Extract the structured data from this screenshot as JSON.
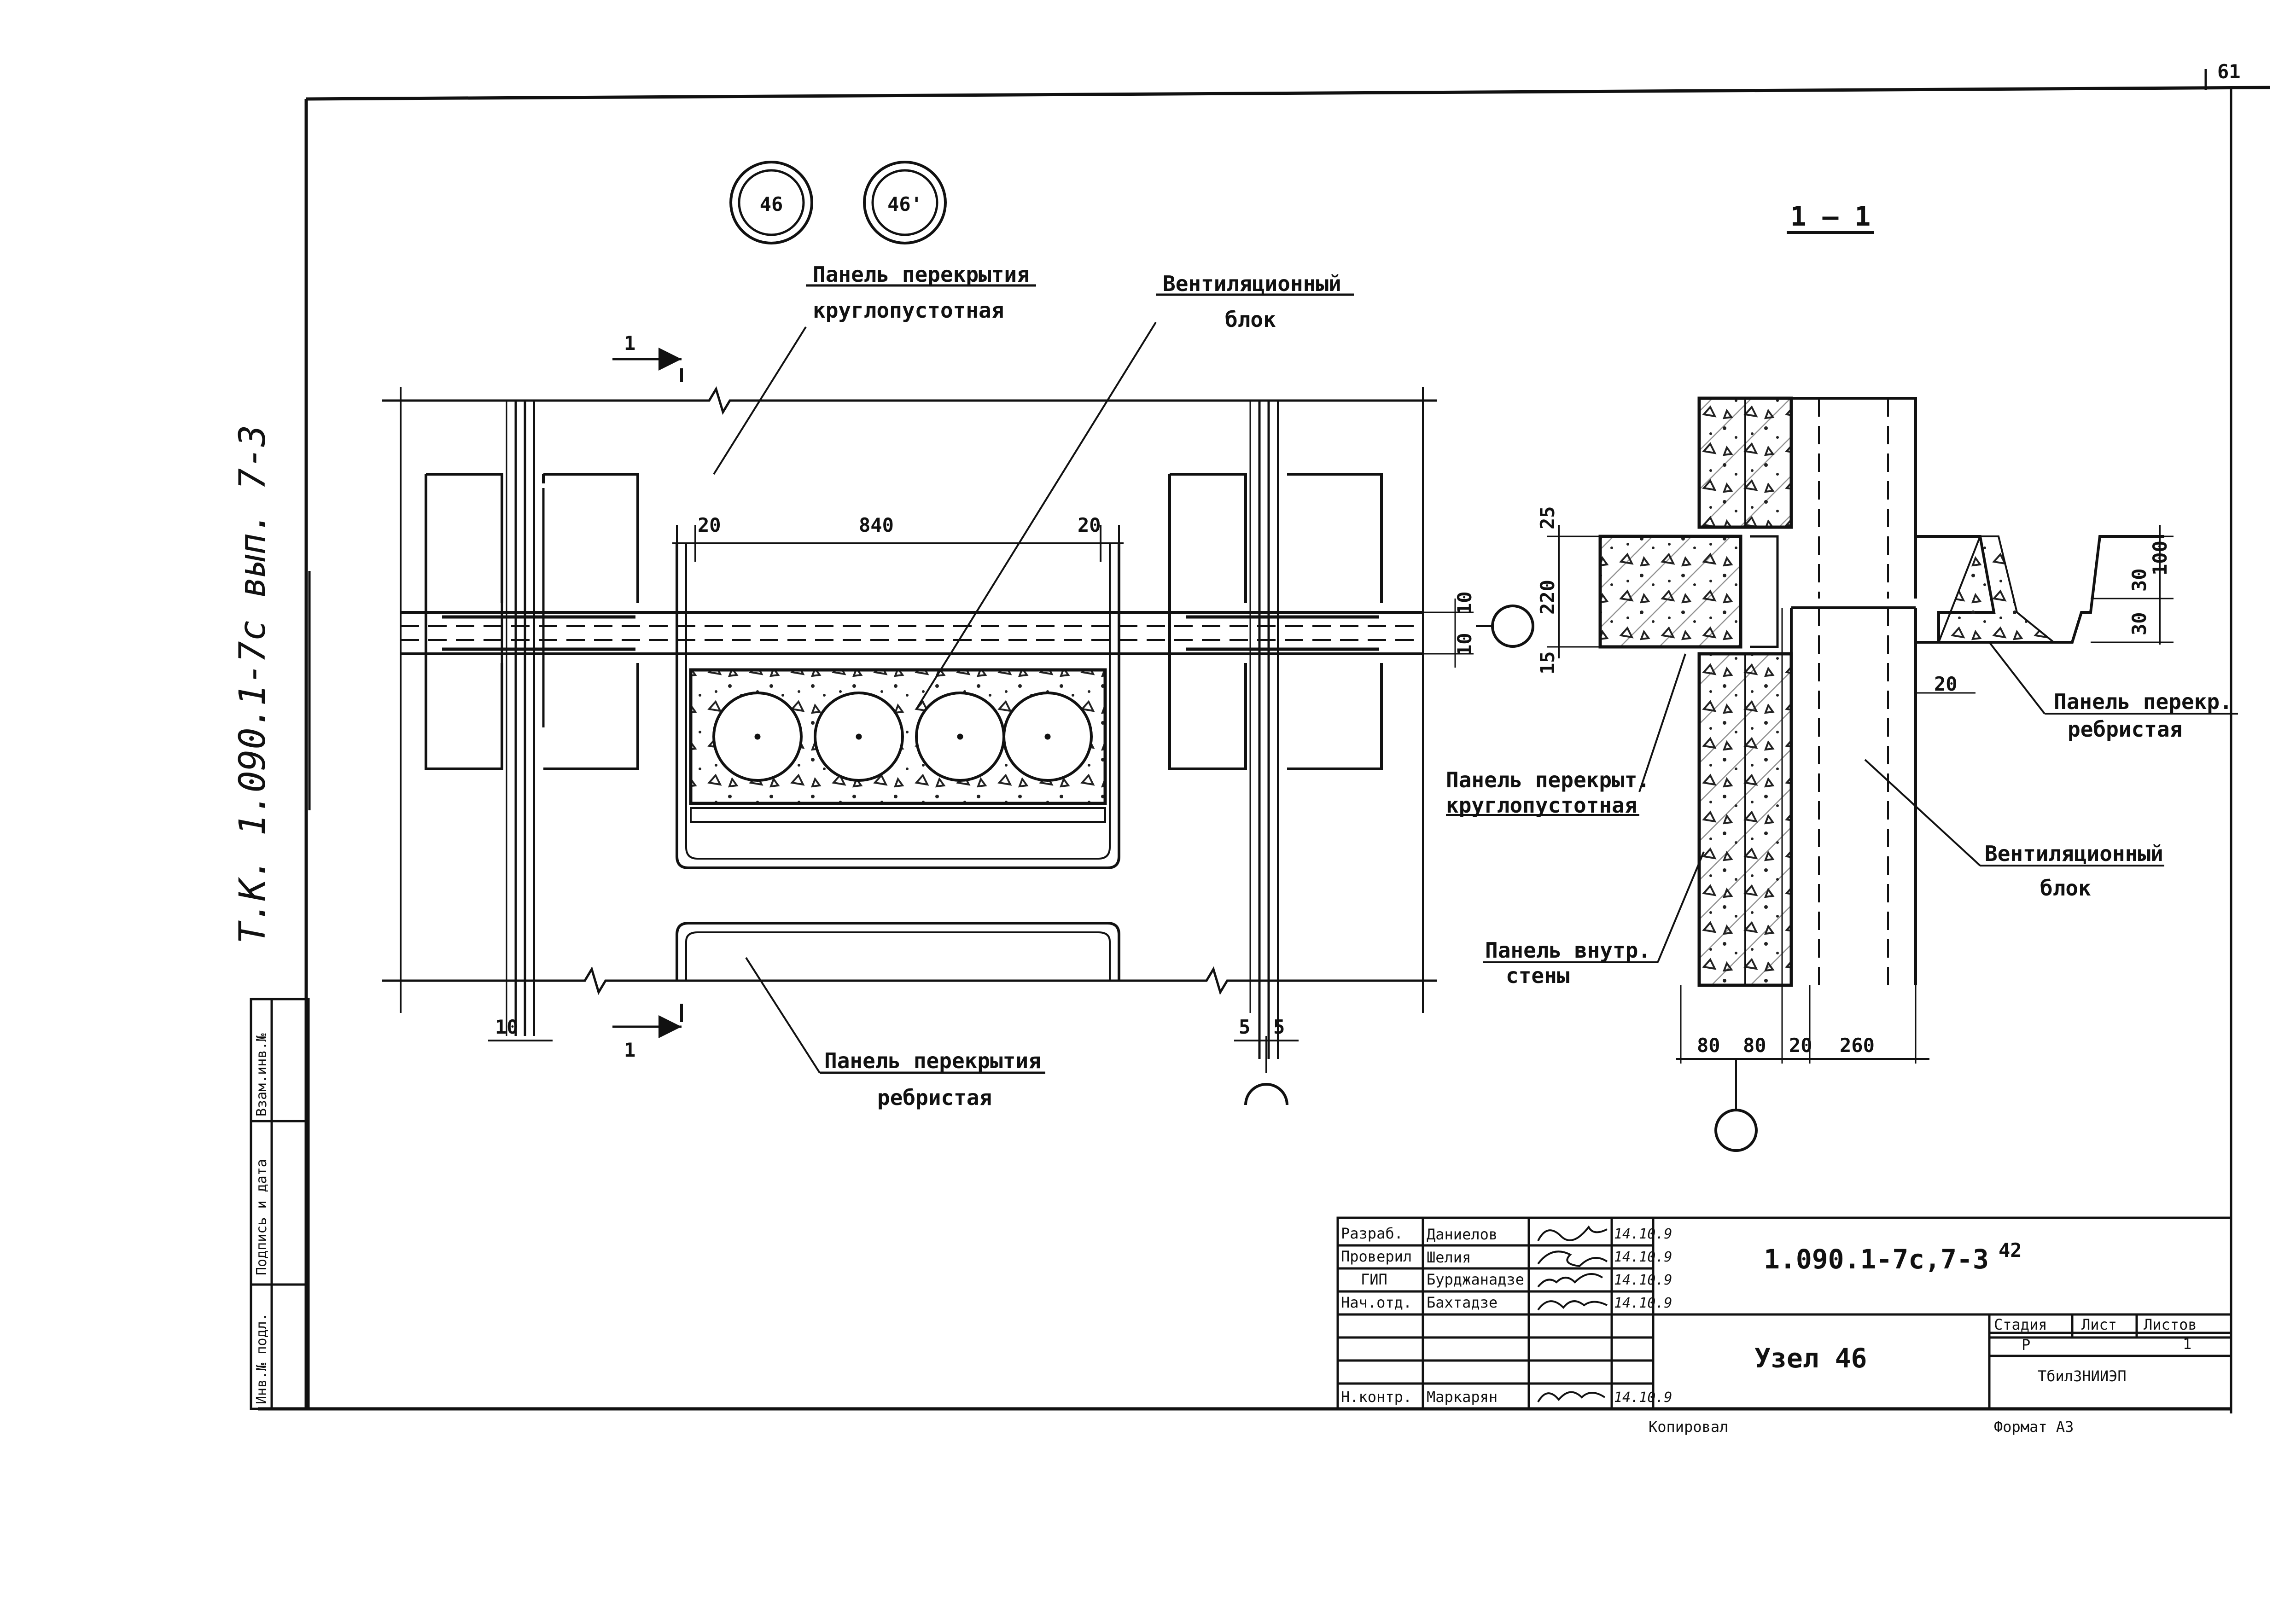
{
  "sheet_number": "61",
  "vertical_note": "Т.К. 1.090.1-7с вып. 7-3",
  "node_marks": [
    "46",
    "46'"
  ],
  "section_title": "1 – 1",
  "section_cut_label": "1",
  "labels": {
    "plan_hollow_panel": [
      "Панель перекрытия",
      "круглопустотная"
    ],
    "plan_vent_block": [
      "Вентиляционный",
      "блок"
    ],
    "plan_ribbed_panel": [
      "Панель перекрытия",
      "ребристая"
    ],
    "sec_hollow_panel": [
      "Панель перекрыт.",
      "круглопустотная"
    ],
    "sec_ribbed_panel": [
      "Панель перекр.",
      "ребристая"
    ],
    "sec_vent_block": [
      "Вентиляционный",
      "блок"
    ],
    "sec_wall_panel": [
      "Панель внутр.",
      "стены"
    ]
  },
  "dims": {
    "plan_top": [
      "20",
      "840",
      "20"
    ],
    "plan_joint": [
      "10",
      "10"
    ],
    "plan_bottom_left": "10",
    "plan_bottom_right": [
      "5",
      "5"
    ],
    "sec_left": [
      "25",
      "220",
      "15"
    ],
    "sec_right": [
      "100",
      "30",
      "30"
    ],
    "sec_gap": "20",
    "sec_bottom": [
      "80",
      "80",
      "20",
      "260"
    ]
  },
  "side_stamp": [
    "Взам.инв.№",
    "Подпись и дата",
    "Инв.№ подл."
  ],
  "title_block": {
    "rows": [
      {
        "role": "Разраб.",
        "name": "Даниелов",
        "date": "14.10.9"
      },
      {
        "role": "Проверил",
        "name": "Шелия",
        "date": "14.10.9"
      },
      {
        "role": "ГИП",
        "name": "Бурджанадзе",
        "date": "14.10.9"
      },
      {
        "role": "Нач.отд.",
        "name": "Бахтадзе",
        "date": "14.10.9"
      },
      {
        "role": "",
        "name": "",
        "date": ""
      },
      {
        "role": "",
        "name": "",
        "date": ""
      },
      {
        "role": "Н.контр.",
        "name": "Маркарян",
        "date": "14.10.9"
      }
    ],
    "doc_code": "1.090.1-7с,7-3",
    "doc_code_sup": "42",
    "title": "Узел 46",
    "stage_header": "Стадия",
    "sheet_header": "Лист",
    "sheets_header": "Листов",
    "stage": "Р",
    "sheets": "1",
    "org": "ТбилЗНИИЭП",
    "copied": "Копировал",
    "format": "Формат А3"
  }
}
